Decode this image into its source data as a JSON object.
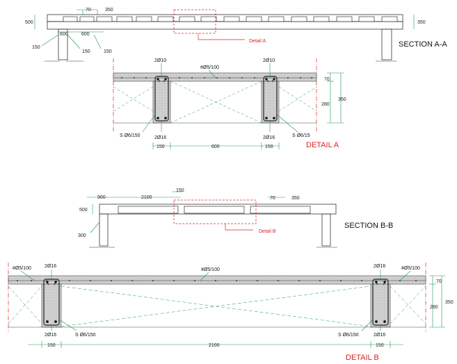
{
  "colors": {
    "dim_green": "#1a9a4a",
    "red": "#e02020",
    "concrete": "#d4d4d4",
    "line": "#333333"
  },
  "section_aa": {
    "title": "SECTION  A-A",
    "dims": {
      "d70": "70",
      "d350_top": "350",
      "d500": "500",
      "d600a": "600",
      "d600b": "600",
      "d150a": "150",
      "d150b": "150",
      "d150c": "150",
      "d350_side": "350"
    },
    "detail_label": "Detail A"
  },
  "detail_a": {
    "title": "DETAIL A",
    "labels": {
      "top_left": "2Ø10",
      "mesh": "#Ø5/100",
      "top_right": "2Ø10",
      "bot_left": "2Ø16",
      "bot_right": "2Ø16",
      "stirrup_left": "S Ø6/150",
      "stirrup_right": "S Ø6/15"
    },
    "dims": {
      "d70": "70",
      "d280": "280",
      "d350": "350",
      "d150a": "150",
      "d600": "600",
      "d150b": "150"
    }
  },
  "section_bb": {
    "title": "SECTION B-B",
    "dims": {
      "d900": "900",
      "d2100": "2100",
      "d150": "150",
      "d70": "70",
      "d350": "350",
      "d500": "500",
      "d300": "300"
    },
    "detail_label": "Detail B"
  },
  "detail_b": {
    "title": "DETAIL  B",
    "labels": {
      "mesh_left": "#Ø5/100",
      "top_left": "2Ø16",
      "mesh_mid": "#Ø5/100",
      "top_right": "2Ø16",
      "mesh_right": "#Ø5/100",
      "bot_left": "2Ø16",
      "stirrup_left": "S Ø6/150",
      "stirrup_right": "S Ø6/150",
      "bot_right": "2Ø16"
    },
    "dims": {
      "d70": "70",
      "d280": "280",
      "d350": "350",
      "d150a": "150",
      "d2100": "2100",
      "d150b": "150"
    }
  }
}
